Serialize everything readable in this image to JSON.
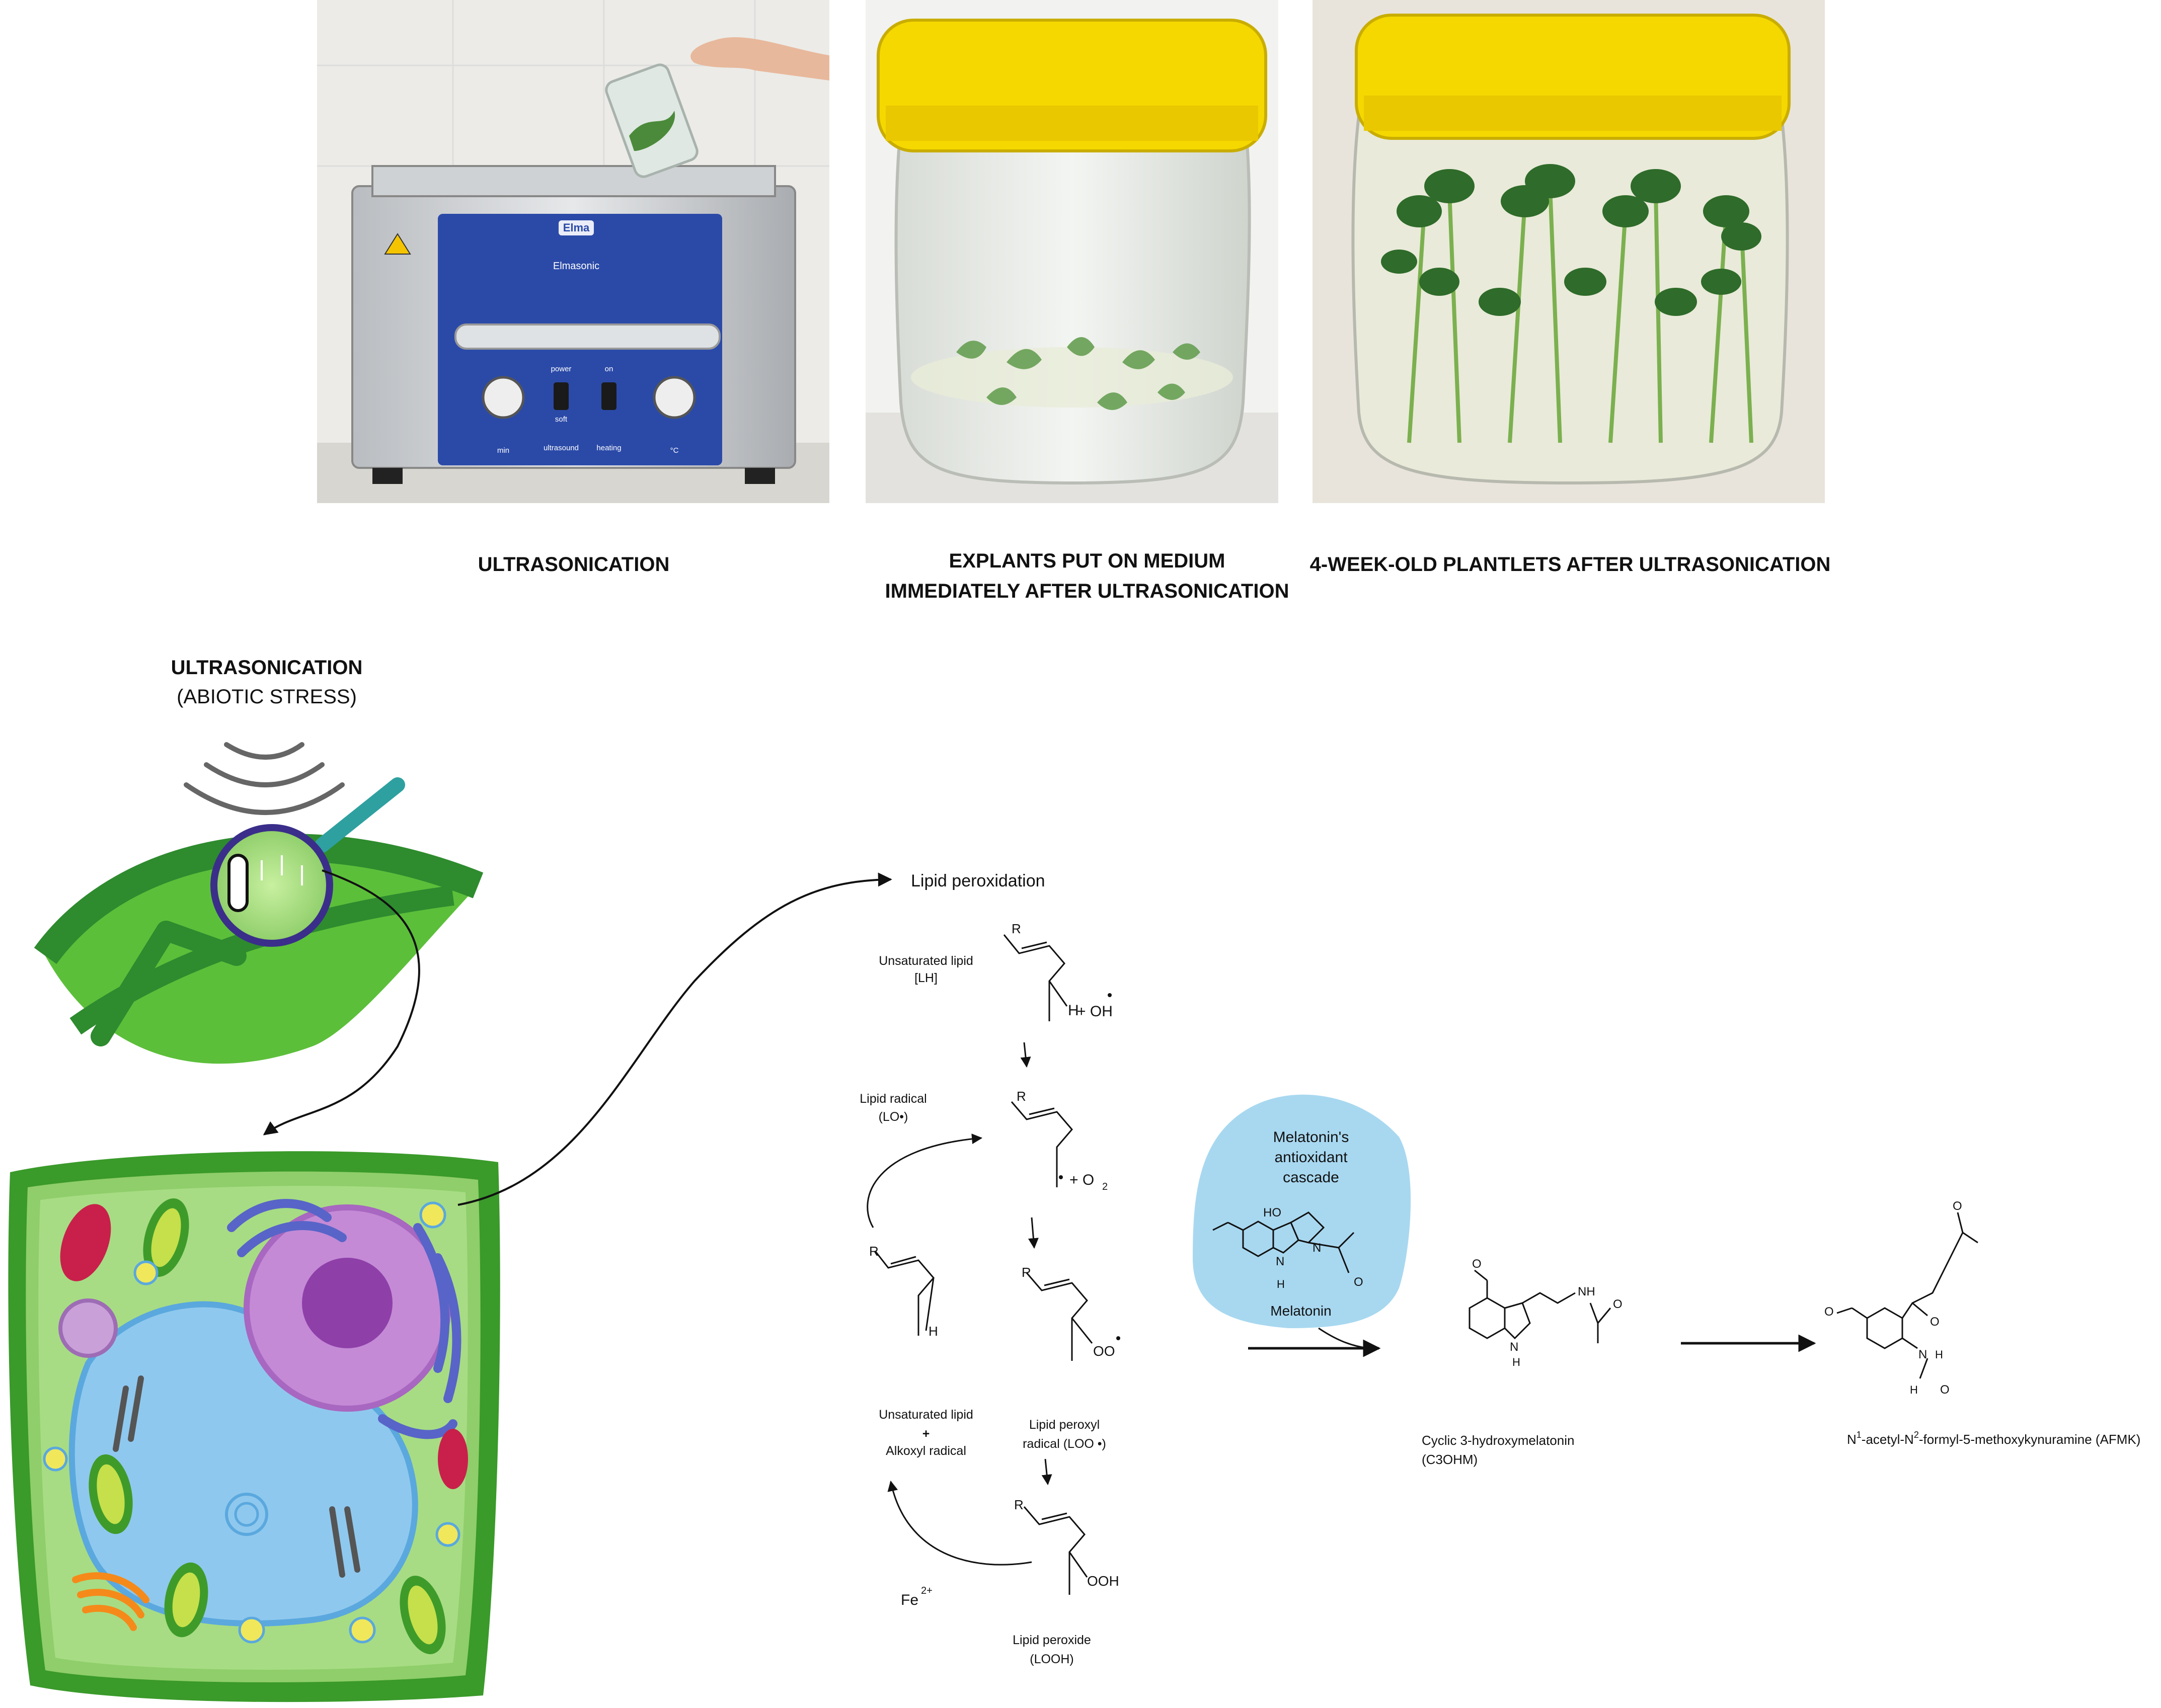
{
  "photos": [
    {
      "caption_lines": [
        "ULTRASONICATION"
      ]
    },
    {
      "caption_lines": [
        "EXPLANTS PUT ON MEDIUM",
        "IMMEDIATELY AFTER ULTRASONICATION"
      ]
    },
    {
      "caption_lines": [
        "4-WEEK-OLD PLANTLETS AFTER ULTRASONICATION"
      ]
    }
  ],
  "device": {
    "brand": "Elma",
    "model": "Elmasonic",
    "labels": [
      "power",
      "on",
      "soft",
      "ultrasound",
      "heating",
      "min",
      "°C"
    ]
  },
  "stress": {
    "title": "ULTRASONICATION",
    "subtitle": "(ABIOTIC STRESS)"
  },
  "lipid": {
    "title": "Lipid peroxidation",
    "unsaturated_lipid": [
      "Unsaturated lipid",
      "[LH]"
    ],
    "lipid_radical": [
      "Lipid  radical",
      "(LO•)"
    ],
    "peroxyl_radical": [
      "Lipid peroxyl",
      "radical  (LOO  •)"
    ],
    "peroxide": [
      "Lipid peroxide",
      "(LOOH)"
    ],
    "products": [
      "Unsaturated  lipid",
      "+",
      "Alkoxyl  radical"
    ],
    "fe": "Fe",
    "fe_charge": "2+",
    "oh": "+ OH",
    "o2": "+ O",
    "o2_sub": "2",
    "h": "H",
    "r": "R",
    "oo": "OO",
    "ooh": "OOH"
  },
  "melatonin": {
    "bubble": [
      "Melatonin's",
      "antioxidant",
      "cascade"
    ],
    "name": "Melatonin",
    "atoms": {
      "ho": "HO",
      "n": "N",
      "nh": "N",
      "h": "H",
      "o": "O"
    }
  },
  "c3ohm": {
    "name": "Cyclic  3-hydroxymelatonin",
    "abbr": "(C3OHM)",
    "nh": "NH",
    "n": "N",
    "h": "H",
    "o": "O"
  },
  "afmk": {
    "prefix": "N",
    "sup1": "1",
    "mid": "-acetyl-N",
    "sup2": "2",
    "suffix": "-formyl-5-methoxykynuramine     (AFMK)",
    "o": "O",
    "n": "N",
    "h": "H"
  },
  "colors": {
    "leaf_dark": "#2e8b2e",
    "leaf_light": "#5cbf3a",
    "cell_wall": "#3a9a2a",
    "cytoplasm": "#8fce6a",
    "vacuole": "#8fc8ee",
    "nucleus": "#c48ad6",
    "bubble": "#a8d8f0",
    "jar_lid": "#f5d800",
    "device_panel": "#2b4aa8"
  }
}
